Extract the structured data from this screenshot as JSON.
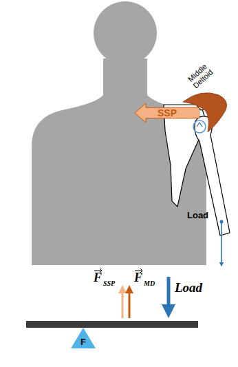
{
  "diagram": {
    "nodes": [
      {
        "text": [
          "SSP"
        ]
      },
      {
        "text": [
          "F"
        ]
      }
    ],
    "labels": [
      "Middle Deltoid",
      "Load",
      "F",
      "SSP",
      "F",
      "MD",
      "Load"
    ]
  }
}
